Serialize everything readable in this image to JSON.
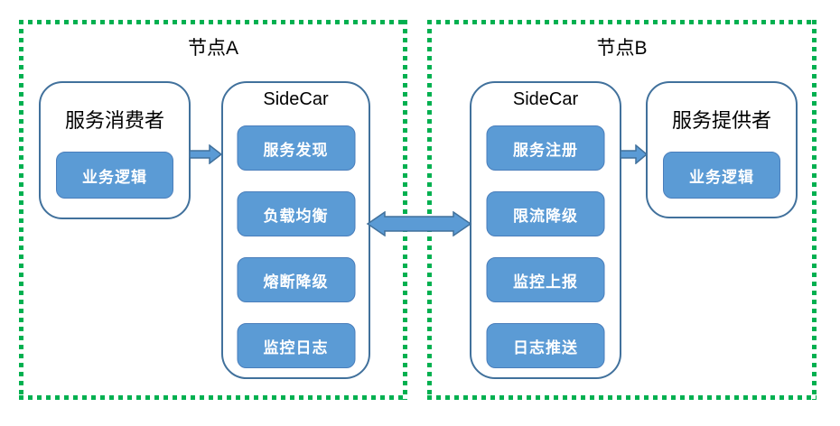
{
  "colors": {
    "box_fill": "#5B9BD5",
    "box_border": "#41719C",
    "container_border": "#41719C",
    "frame_green": "#00B050",
    "chip_text": "#FFFFFF",
    "title_text": "#000000"
  },
  "icons": {
    "arrow_consumer_to_sidecar": "right-block-arrow",
    "arrow_sidecar_to_provider": "right-block-arrow",
    "arrow_between_sidecars": "double-headed-block-arrow"
  },
  "node_a": {
    "title": "节点A",
    "consumer": {
      "title": "服务消费者",
      "chip": "业务逻辑"
    },
    "sidecar": {
      "title": "SideCar",
      "items": [
        "服务发现",
        "负载均衡",
        "熔断降级",
        "监控日志"
      ]
    }
  },
  "node_b": {
    "title": "节点B",
    "sidecar": {
      "title": "SideCar",
      "items": [
        "服务注册",
        "限流降级",
        "监控上报",
        "日志推送"
      ]
    },
    "provider": {
      "title": "服务提供者",
      "chip": "业务逻辑"
    }
  }
}
